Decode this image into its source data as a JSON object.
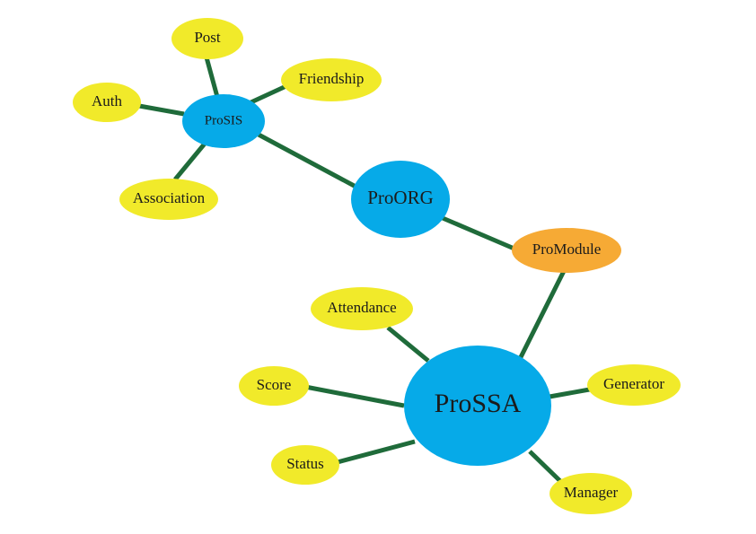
{
  "colors": {
    "edge": "#1f6b3a",
    "leaf_node": "#f1ea2a",
    "hub_node": "#06aae8",
    "module_node": "#f6aa35",
    "text": "#1b1b1b"
  },
  "nodes": {
    "post": "Post",
    "friendship": "Friendship",
    "auth": "Auth",
    "prosis": "ProSIS",
    "association": "Association",
    "proorg": "ProORG",
    "promodule": "ProModule",
    "attendance": "Attendance",
    "score": "Score",
    "prossa": "ProSSA",
    "generator": "Generator",
    "status": "Status",
    "manager": "Manager"
  },
  "edges": [
    [
      "prosis",
      "post"
    ],
    [
      "prosis",
      "friendship"
    ],
    [
      "prosis",
      "auth"
    ],
    [
      "prosis",
      "association"
    ],
    [
      "prosis",
      "proorg"
    ],
    [
      "proorg",
      "promodule"
    ],
    [
      "promodule",
      "prossa"
    ],
    [
      "prossa",
      "attendance"
    ],
    [
      "prossa",
      "score"
    ],
    [
      "prossa",
      "status"
    ],
    [
      "prossa",
      "generator"
    ],
    [
      "prossa",
      "manager"
    ]
  ]
}
